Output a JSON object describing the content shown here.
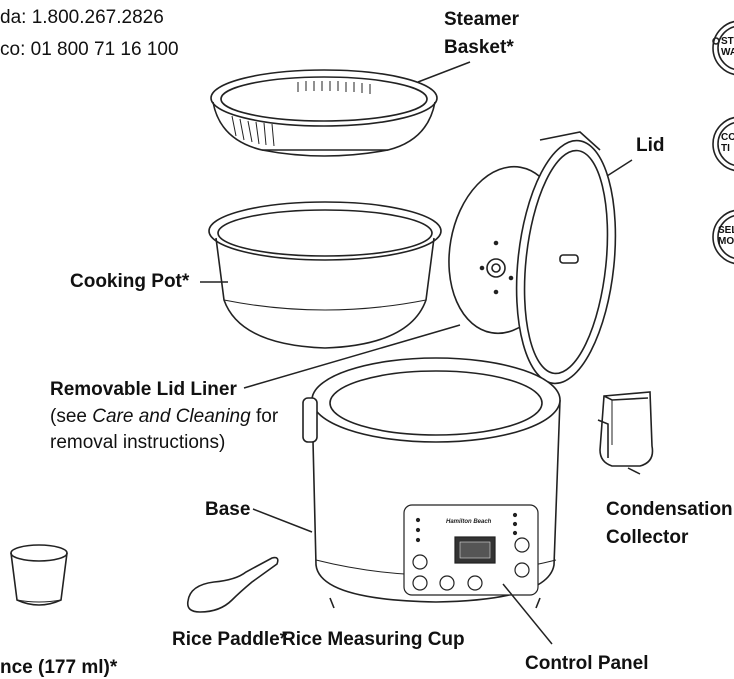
{
  "header": {
    "phone_canada": "da: 1.800.267.2826",
    "phone_mexico": "co: 01 800 71 16 100"
  },
  "labels": {
    "steamer_basket": [
      "Steamer",
      "Basket*"
    ],
    "lid": "Lid",
    "cooking_pot": "Cooking Pot*",
    "removable_lid_liner": "Removable Lid Liner",
    "liner_note_pre": "(see ",
    "liner_note_italic": "Care and Cleaning",
    "liner_note_post": " for",
    "liner_note_line2": "removal instructions)",
    "base": "Base",
    "condensation_collector": [
      "Condensation",
      "Collector"
    ],
    "rice_paddle": "Rice Paddle*",
    "rice_measuring_cup": "Rice Measuring Cup",
    "control_panel": "Control Panel",
    "cup_capacity": "nce (177 ml)*"
  },
  "side_buttons": [
    {
      "line1": "ST",
      "line2": "WA"
    },
    {
      "line1": "CO",
      "line2": "TI"
    },
    {
      "line1": "SEL",
      "line2": "MO"
    }
  ],
  "device": {
    "brand": "Hamilton Beach"
  }
}
